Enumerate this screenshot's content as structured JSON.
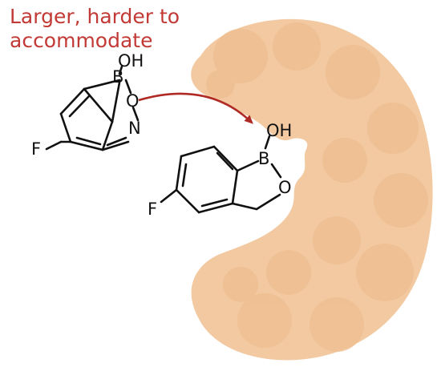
{
  "caption": {
    "line1": "Larger, harder to",
    "line2": "accommodate"
  },
  "molecule_left": {
    "atoms": {
      "oh": "OH",
      "b": "B",
      "o": "O",
      "n": "N",
      "f": "F"
    }
  },
  "molecule_right": {
    "atoms": {
      "oh": "OH",
      "b": "B",
      "o": "O",
      "f": "F"
    }
  },
  "colors": {
    "caption": "#c23a35",
    "arrow": "#b02a25",
    "pocket_fill": "#f2c9a0",
    "pocket_bump": "#eebf92",
    "ink": "#111111"
  }
}
